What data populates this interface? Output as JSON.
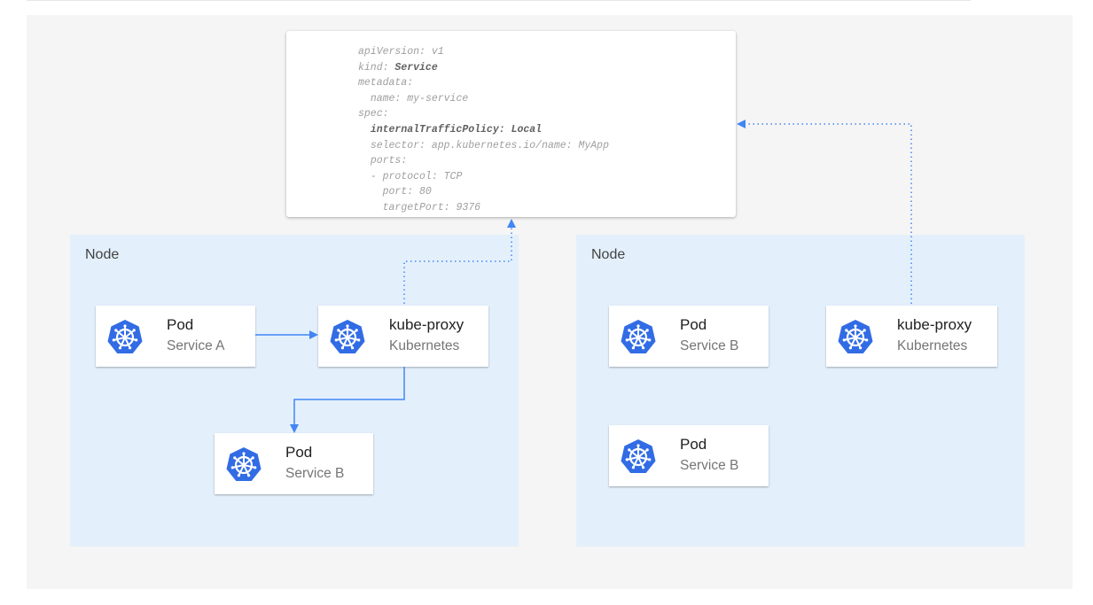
{
  "colors": {
    "accent": "#4285f4",
    "kubernetes_blue": "#326ce5",
    "node_bg": "#e3f0fc"
  },
  "yaml": {
    "lines": [
      {
        "key": "apiVersion",
        "value": "v1"
      },
      {
        "key": "kind",
        "value": "Service"
      },
      {
        "key": "metadata",
        "value": ""
      },
      {
        "key": "name",
        "value": "my-service"
      },
      {
        "key": "spec",
        "value": ""
      },
      {
        "key": "internalTrafficPolicy",
        "value": "Local"
      },
      {
        "key": "selector",
        "value": "app.kubernetes.io/name: MyApp"
      },
      {
        "key": "ports",
        "value": ""
      },
      {
        "key": "- protocol",
        "value": "TCP"
      },
      {
        "key": "port",
        "value": "80"
      },
      {
        "key": "targetPort",
        "value": "9376"
      }
    ]
  },
  "nodes": [
    {
      "label": "Node",
      "cards": [
        {
          "icon": "kubernetes-icon",
          "title": "Pod",
          "subtitle": "Service A"
        },
        {
          "icon": "kubernetes-icon",
          "title": "kube-proxy",
          "subtitle": "Kubernetes"
        },
        {
          "icon": "kubernetes-icon",
          "title": "Pod",
          "subtitle": "Service B"
        }
      ]
    },
    {
      "label": "Node",
      "cards": [
        {
          "icon": "kubernetes-icon",
          "title": "Pod",
          "subtitle": "Service B"
        },
        {
          "icon": "kubernetes-icon",
          "title": "kube-proxy",
          "subtitle": "Kubernetes"
        },
        {
          "icon": "kubernetes-icon",
          "title": "Pod",
          "subtitle": "Service B"
        }
      ]
    }
  ]
}
